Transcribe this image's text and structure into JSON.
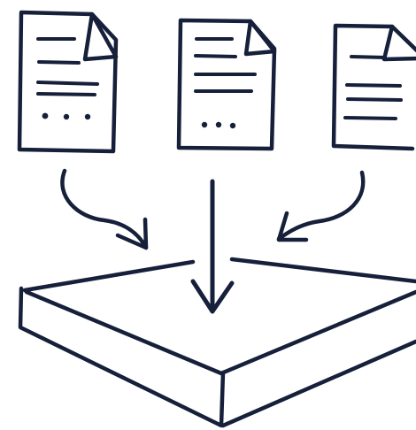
{
  "colors": {
    "ink": "#16203a",
    "paper": "#ffffff"
  },
  "documents": [
    {
      "name": "document-left",
      "text_lines": 4,
      "dots": 3
    },
    {
      "name": "document-center",
      "text_lines": 4,
      "dots": 3
    },
    {
      "name": "document-right",
      "text_lines": 4,
      "dots": 0
    }
  ],
  "arrows": [
    {
      "name": "arrow-left",
      "direction": "down-right"
    },
    {
      "name": "arrow-center",
      "direction": "down"
    },
    {
      "name": "arrow-right",
      "direction": "down-left"
    }
  ],
  "target": {
    "name": "platform-box",
    "shape": "flat-box"
  }
}
